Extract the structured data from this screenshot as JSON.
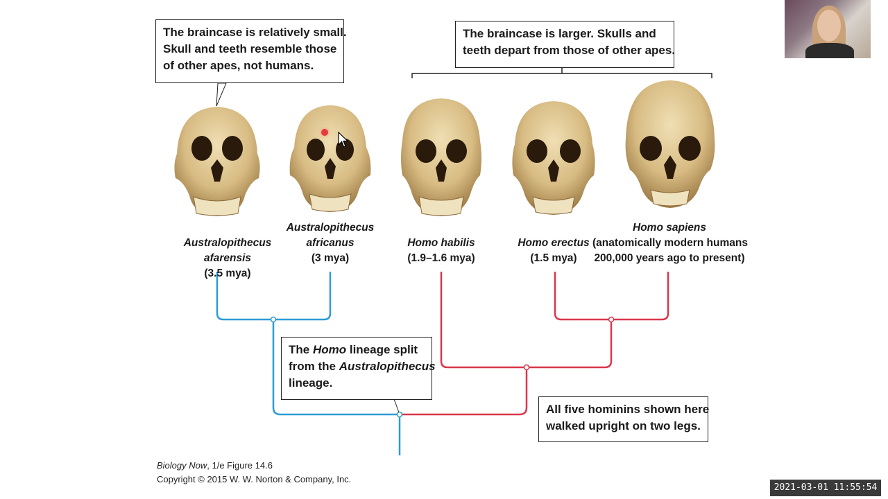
{
  "callouts": {
    "small_braincase": [
      "The braincase is relatively small.",
      "Skull and teeth resemble those",
      "of other apes, not humans."
    ],
    "large_braincase": [
      "The braincase is larger. Skulls and",
      "teeth depart from those of other apes."
    ],
    "homo_split": {
      "line1_pre": "The ",
      "line1_italic": "Homo",
      "line1_post": " lineage split",
      "line2_pre": "from the ",
      "line2_italic": "Australopithecus",
      "line3": "lineage."
    },
    "upright": [
      "All five hominins shown here",
      "walked upright on two legs."
    ]
  },
  "species": [
    {
      "name_lines": [
        "Australopithecus"
      ],
      "name_tail": "afarensis",
      "date": "(3.5 mya)"
    },
    {
      "name_lines": [
        "Australopithecus",
        "africanus"
      ],
      "date": "(3 mya)"
    },
    {
      "name_lines": [
        "Homo habilis"
      ],
      "date": "(1.9–1.6 mya)"
    },
    {
      "name_lines": [
        "Homo erectus"
      ],
      "date": "(1.5 mya)"
    },
    {
      "name_lines": [
        "Homo sapiens"
      ],
      "extra_lines": [
        "(anatomically modern humans",
        "200,000 years ago to present)"
      ]
    }
  ],
  "footer": {
    "book": "Biology Now",
    "edition": ", 1/e  Figure 14.6",
    "copyright": "Copyright © 2015 W. W. Norton & Company, Inc."
  },
  "timestamp": "2021-03-01  11:55:54",
  "colors": {
    "australopithecus_branch": "#2b9bd6",
    "homo_branch": "#d9374b",
    "skull_bone": "#d9c08a",
    "skull_shadow": "#8a6a3a"
  }
}
